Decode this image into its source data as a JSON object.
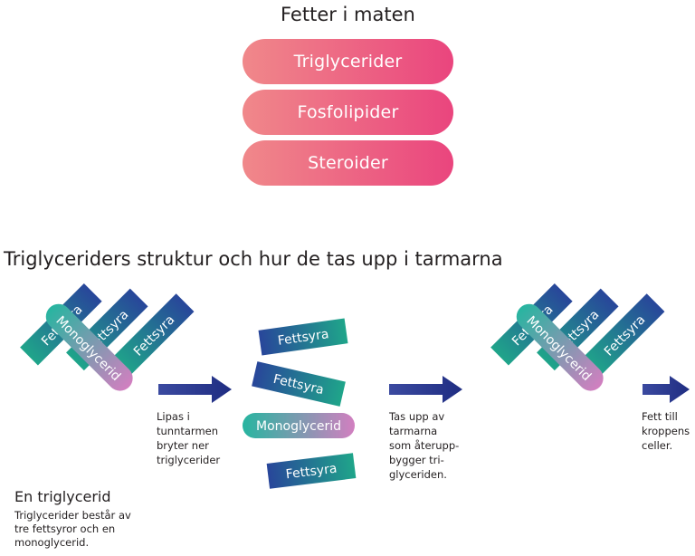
{
  "title_top": "Fetter i maten",
  "categories": [
    {
      "label": "Triglycerider"
    },
    {
      "label": "Fosfolipider"
    },
    {
      "label": "Steroider"
    }
  ],
  "section_title": "Triglyceriders struktur och hur de tas upp i tarmarna",
  "molecule": {
    "chain_label": "Fettsyra",
    "backbone_label": "Monoglycerid"
  },
  "steps": {
    "lipase_text": "Lipas i\ntunntarmen\nbryter ner\ntriglycerider",
    "absorb_text": "Tas upp av\ntarmarna\nsom återupp-\nbygger tri-\nglyceriden.",
    "cells_text": "Fett till\nkroppens\nceller."
  },
  "legend": {
    "heading": "En triglycerid",
    "text": "Triglycerider består av\ntre fettsyror och en\nmonoglycerid."
  },
  "colors": {
    "pill_left": "#f0888a",
    "pill_right": "#ea457e",
    "chain_dark": "#28469a",
    "chain_light": "#1fa58a",
    "backbone_left": "#27b5a0",
    "backbone_right": "#d27fc0",
    "arrow_left": "#3b4aa0",
    "arrow_right": "#1f2d82"
  }
}
